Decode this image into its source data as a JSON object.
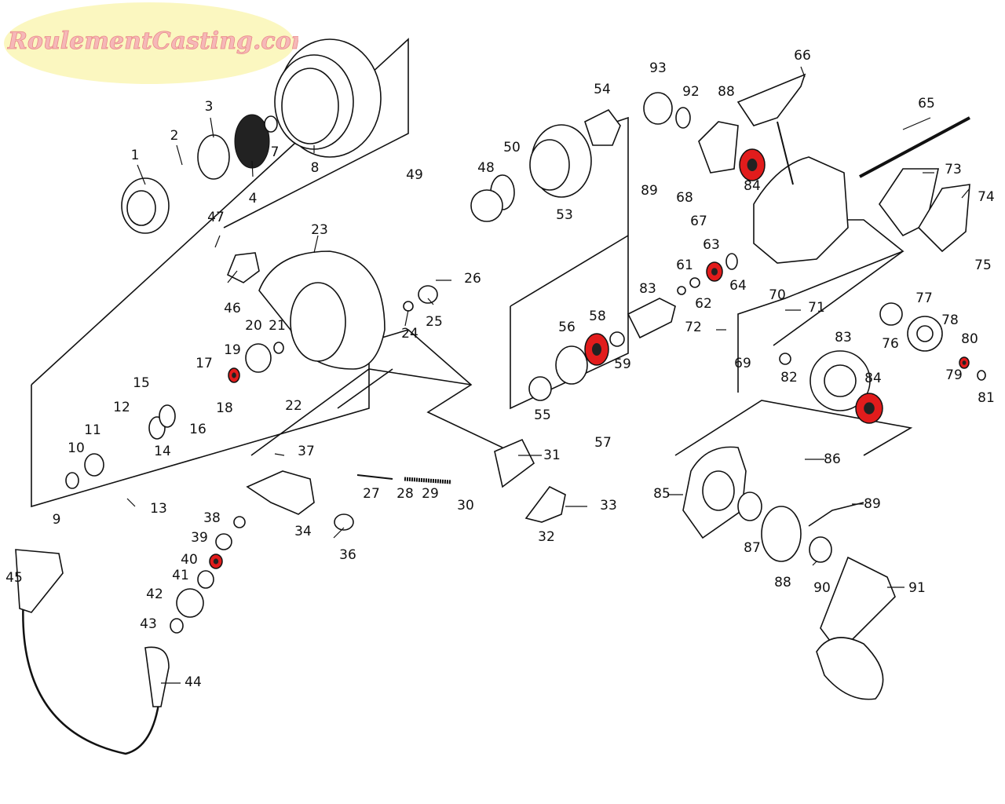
{
  "logo": {
    "text": "RoulementCasting.com",
    "fill": "#fbf7c0",
    "text_color": "#f6b8b8"
  },
  "highlight_color": "#e21c1c",
  "parts": [
    {
      "label": "1"
    },
    {
      "label": "2"
    },
    {
      "label": "3"
    },
    {
      "label": "4"
    },
    {
      "label": "7"
    },
    {
      "label": "8"
    },
    {
      "label": "9"
    },
    {
      "label": "10"
    },
    {
      "label": "11"
    },
    {
      "label": "12"
    },
    {
      "label": "13"
    },
    {
      "label": "14"
    },
    {
      "label": "15"
    },
    {
      "label": "16"
    },
    {
      "label": "17"
    },
    {
      "label": "18"
    },
    {
      "label": "19"
    },
    {
      "label": "20"
    },
    {
      "label": "21"
    },
    {
      "label": "22"
    },
    {
      "label": "23"
    },
    {
      "label": "24"
    },
    {
      "label": "25"
    },
    {
      "label": "26"
    },
    {
      "label": "27"
    },
    {
      "label": "28"
    },
    {
      "label": "29"
    },
    {
      "label": "30"
    },
    {
      "label": "31"
    },
    {
      "label": "32"
    },
    {
      "label": "33"
    },
    {
      "label": "34"
    },
    {
      "label": "36"
    },
    {
      "label": "37"
    },
    {
      "label": "38"
    },
    {
      "label": "39"
    },
    {
      "label": "40"
    },
    {
      "label": "41"
    },
    {
      "label": "42"
    },
    {
      "label": "43"
    },
    {
      "label": "44"
    },
    {
      "label": "45"
    },
    {
      "label": "46"
    },
    {
      "label": "47"
    },
    {
      "label": "48"
    },
    {
      "label": "49"
    },
    {
      "label": "50"
    },
    {
      "label": "53"
    },
    {
      "label": "54"
    },
    {
      "label": "55"
    },
    {
      "label": "56"
    },
    {
      "label": "57"
    },
    {
      "label": "58"
    },
    {
      "label": "59"
    },
    {
      "label": "61"
    },
    {
      "label": "62"
    },
    {
      "label": "63"
    },
    {
      "label": "64"
    },
    {
      "label": "65"
    },
    {
      "label": "66"
    },
    {
      "label": "67"
    },
    {
      "label": "68"
    },
    {
      "label": "69"
    },
    {
      "label": "70"
    },
    {
      "label": "71"
    },
    {
      "label": "72"
    },
    {
      "label": "73"
    },
    {
      "label": "74"
    },
    {
      "label": "75"
    },
    {
      "label": "76"
    },
    {
      "label": "77"
    },
    {
      "label": "78"
    },
    {
      "label": "79"
    },
    {
      "label": "80"
    },
    {
      "label": "81"
    },
    {
      "label": "82"
    },
    {
      "label": "83"
    },
    {
      "label": "83"
    },
    {
      "label": "84"
    },
    {
      "label": "84"
    },
    {
      "label": "85"
    },
    {
      "label": "86"
    },
    {
      "label": "87"
    },
    {
      "label": "88"
    },
    {
      "label": "88"
    },
    {
      "label": "89"
    },
    {
      "label": "89"
    },
    {
      "label": "90"
    },
    {
      "label": "91"
    },
    {
      "label": "92"
    },
    {
      "label": "93"
    }
  ]
}
